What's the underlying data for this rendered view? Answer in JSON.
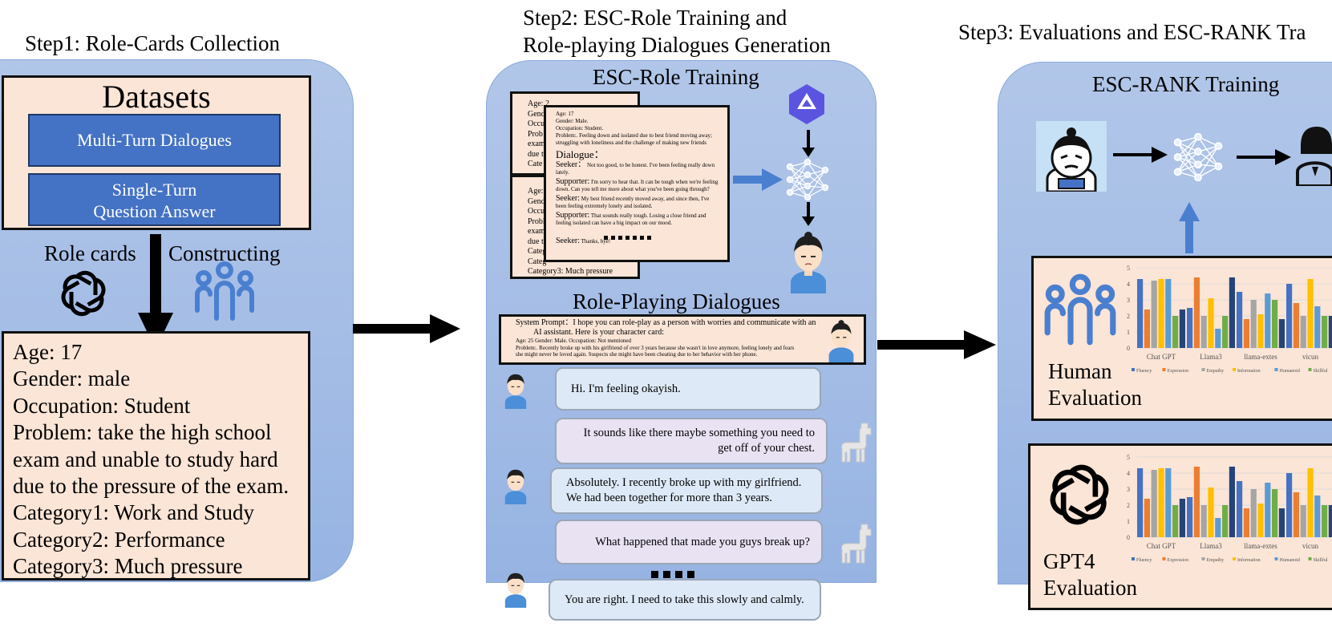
{
  "step1": {
    "title": "Step1: Role-Cards Collection",
    "datasets_title": "Datasets",
    "dataset_multi": "Multi-Turn Dialogues",
    "dataset_single_1": "Single-Turn",
    "dataset_single_2": "Question Answer",
    "label_role_cards": "Role cards",
    "label_constructing": "Constructing",
    "role_card": [
      "Age: 17",
      "Gender: male",
      "Occupation: Student",
      "Problem: take the high school",
      "exam and unable to study hard",
      "due to the pressure of the exam.",
      "Category1: Work and Study",
      "Category2: Performance",
      "Category3: Much pressure"
    ]
  },
  "step2": {
    "title_1": "Step2:  ESC-Role Training and",
    "title_2": "Role-playing Dialogues Generation",
    "training_title": "ESC-Role Training",
    "card": {
      "age": "Age: 17",
      "gender": "Gender: Male.",
      "occupation": "Occupation: Student.",
      "problem": "Problem:. Feeling down and isolated due to best friend moving away; struggling with loneliness and the challenge of making new friends",
      "dialogue": "Dialogue：",
      "turns": [
        {
          "speaker": "Seeker：",
          "text": "Not too good, to be honest. I've been feeling really down lately."
        },
        {
          "speaker": "Supporter:",
          "text": "I'm sorry to hear that. It can be tough when we're feeling down. Can you tell me more about what you've been going through?"
        },
        {
          "speaker": "Seeker:",
          "text": "My best friend recently moved away, and since then, I've been feeling extremely lonely and isolated."
        },
        {
          "speaker": "Supporter:",
          "text": "That sounds really tough. Losing a close friend and feeling isolated can have a big impact on our mood."
        }
      ],
      "last": {
        "speaker": "Seeker:",
        "text": "Thanks, bye!"
      }
    },
    "back_card": {
      "age_2": "Age: 2",
      "gend": "Gend",
      "occu": "Occu",
      "prob": "Prob",
      "exam": "exam",
      "due_t": "due t",
      "cate": "Cate",
      "age": "Age:",
      "gende": "Gende",
      "occup": "Occup",
      "probl": "Probl",
      "exam2": "exam",
      "due_to": "due to",
      "categ": "Categ",
      "cate2": "Categ",
      "category3": "Category3: Much pressure"
    },
    "roleplay_title": "Role-Playing Dialogues",
    "system_prompt_1": "System Prompt：I hope you can role-play as a person with worries and communicate with an",
    "system_prompt_2": "AI assistant. Here is your character card:",
    "system_prompt_3": "Age: 25   Gender: Male.    Occupation: Not mentioned",
    "system_prompt_4": "Problem:. Recently broke up with his girlfriend of over 3 years because she wasn't in love anymore, feeling lonely and fears",
    "system_prompt_5": "she might never be loved again. Suspects she might have been cheating due to her behavior with her phone.",
    "bubbles": [
      {
        "role": "user",
        "lines": [
          "Hi. I'm feeling okayish."
        ]
      },
      {
        "role": "bot",
        "lines": [
          "It sounds like there maybe something you need to",
          "get off of your chest."
        ]
      },
      {
        "role": "user",
        "lines": [
          "Absolutely. I recently broke up with my girlfriend.",
          "We had been together for more than 3 years."
        ]
      },
      {
        "role": "bot",
        "lines": [
          "What happened that made you guys break up?"
        ]
      },
      {
        "role": "user",
        "lines": [
          "You are right. I need to take this slowly and calmly."
        ]
      }
    ]
  },
  "step3": {
    "title": "Step3: Evaluations and ESC-RANK Tra",
    "rank_title": "ESC-RANK Training",
    "human_eval_1": "Human",
    "human_eval_2": "Evaluation",
    "gpt4_eval_1": "GPT4",
    "gpt4_eval_2": "Evaluation"
  },
  "chart_data": [
    {
      "type": "bar",
      "title": "",
      "categories": [
        "Chat GPT",
        "Llama3",
        "llama-extes",
        "vicun"
      ],
      "yticks": [
        0,
        1,
        2,
        3,
        4,
        5
      ],
      "ylim": [
        0,
        5
      ],
      "series": [
        {
          "name": "Fluency",
          "color": "#4472c4",
          "values": [
            4.3,
            2.5,
            3.5,
            4.0
          ]
        },
        {
          "name": "Expression",
          "color": "#ed7d31",
          "values": [
            2.4,
            4.4,
            1.8,
            2.8
          ]
        },
        {
          "name": "Empathy",
          "color": "#a5a5a5",
          "values": [
            4.2,
            2.0,
            3.0,
            2.0
          ]
        },
        {
          "name": "Information",
          "color": "#ffc000",
          "values": [
            4.3,
            3.1,
            2.1,
            4.3
          ]
        },
        {
          "name": "Humanoid",
          "color": "#5b9bd5",
          "values": [
            4.3,
            1.2,
            3.4,
            2.6
          ]
        },
        {
          "name": "Skillful",
          "color": "#70ad47",
          "values": [
            2.0,
            2.0,
            3.0,
            2.0
          ]
        },
        {
          "name": "",
          "color": "#264478",
          "values": [
            2.4,
            4.4,
            1.8,
            2.0
          ]
        }
      ]
    },
    {
      "type": "bar",
      "title": "",
      "categories": [
        "Chat GPT",
        "Llama3",
        "llama-extes",
        "vicun"
      ],
      "yticks": [
        0,
        1,
        2,
        3,
        4,
        5
      ],
      "ylim": [
        0,
        5
      ],
      "series": [
        {
          "name": "Fluency",
          "color": "#4472c4",
          "values": [
            4.3,
            2.5,
            3.5,
            4.0
          ]
        },
        {
          "name": "Expression",
          "color": "#ed7d31",
          "values": [
            2.4,
            4.4,
            1.8,
            2.8
          ]
        },
        {
          "name": "Empathy",
          "color": "#a5a5a5",
          "values": [
            4.2,
            2.0,
            3.0,
            2.0
          ]
        },
        {
          "name": "Information",
          "color": "#ffc000",
          "values": [
            4.3,
            3.1,
            2.1,
            4.3
          ]
        },
        {
          "name": "Humanoid",
          "color": "#5b9bd5",
          "values": [
            4.3,
            1.2,
            3.4,
            2.6
          ]
        },
        {
          "name": "Skillful",
          "color": "#70ad47",
          "values": [
            2.0,
            2.0,
            3.0,
            2.0
          ]
        },
        {
          "name": "",
          "color": "#264478",
          "values": [
            2.4,
            4.4,
            1.8,
            2.0
          ]
        }
      ]
    }
  ]
}
